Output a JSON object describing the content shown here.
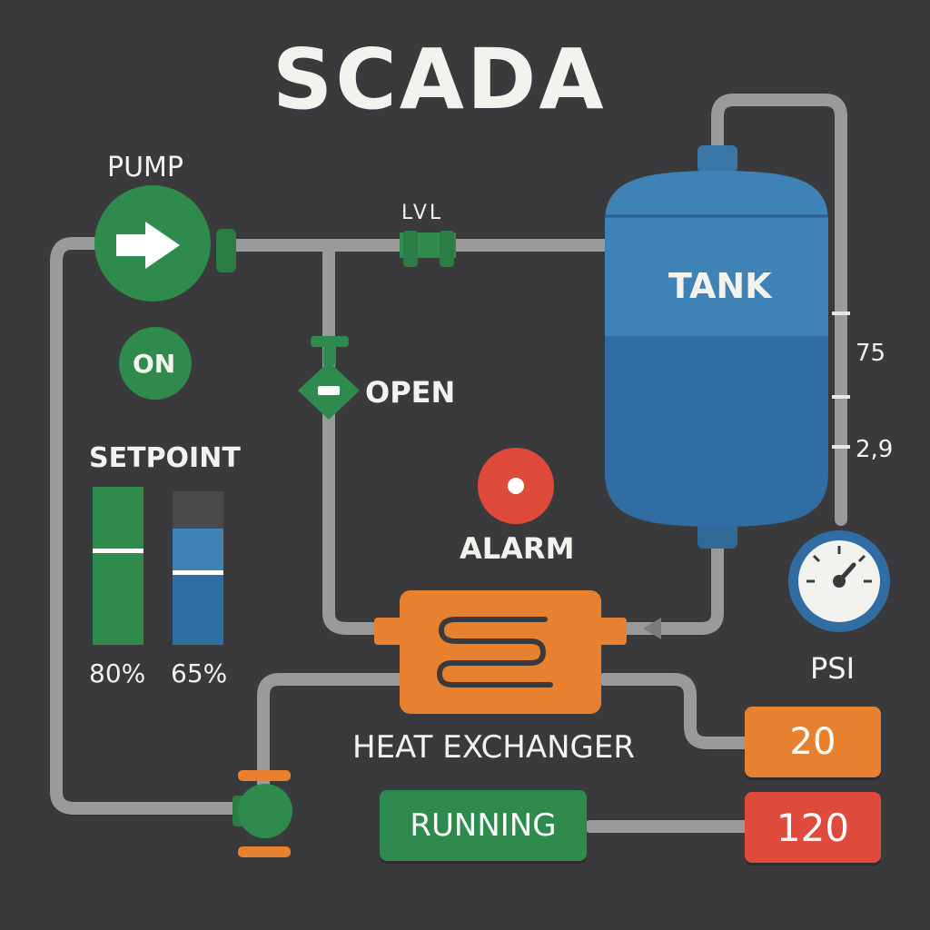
{
  "title": "SCADA",
  "pump": {
    "label": "PUMP",
    "status": "ON",
    "color": "#2f8a4e"
  },
  "level_valve": {
    "label": "LVL"
  },
  "tank": {
    "label": "TANK",
    "scale_upper": "75",
    "scale_lower": "2,9",
    "color": "#3a77a8"
  },
  "control_valve": {
    "state": "OPEN"
  },
  "alarm": {
    "label": "ALARM",
    "color": "#e04a3a"
  },
  "setpoint": {
    "title": "SETPOINT",
    "bars": [
      {
        "value_label": "80%",
        "color": "#2f8a4e"
      },
      {
        "value_label": "65%",
        "color": "#2f6da3"
      }
    ]
  },
  "gauge": {
    "label": "PSI"
  },
  "heat_exchanger": {
    "label": "HEAT EXCHANGER",
    "color": "#e8812f"
  },
  "readouts": [
    {
      "value": "20",
      "color": "#e8812f"
    },
    {
      "value": "120",
      "color": "#e04a3a"
    }
  ],
  "status_box": {
    "label": "RUNNING",
    "color": "#2f8a4e"
  }
}
